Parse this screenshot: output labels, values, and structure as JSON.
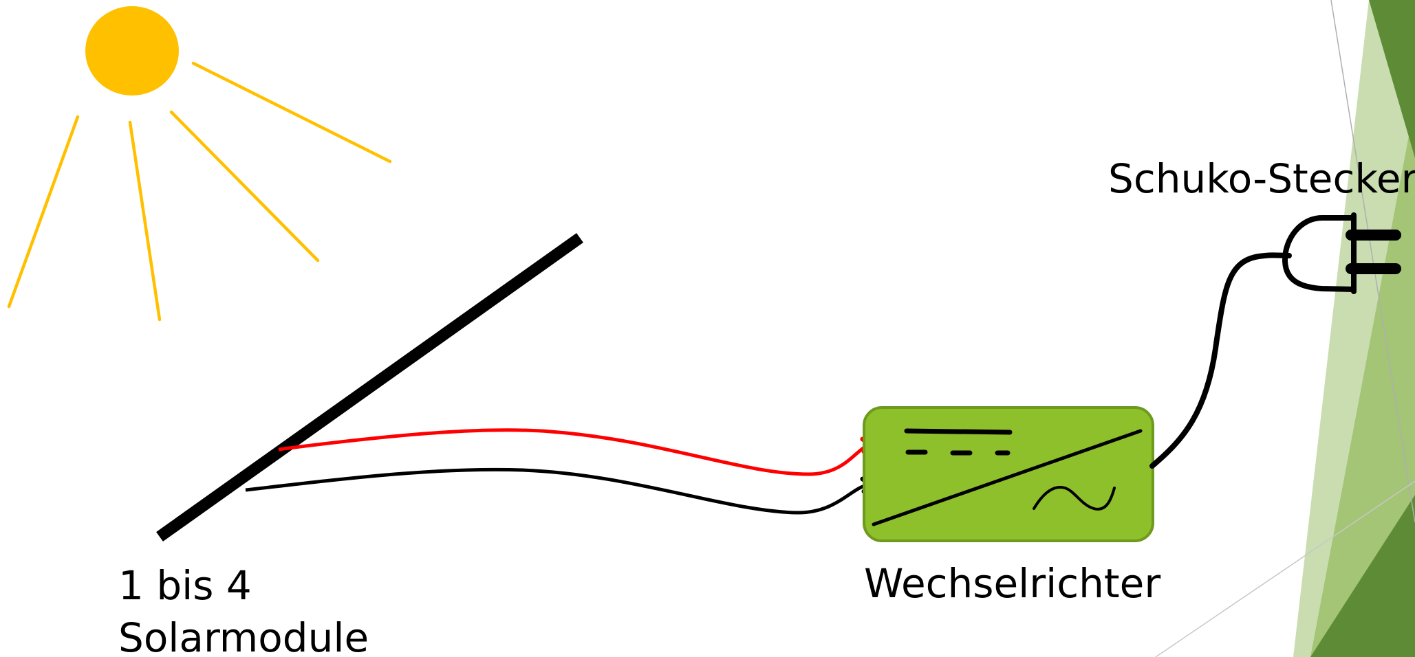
{
  "labels": {
    "solar_modules_line1": "1 bis 4",
    "solar_modules_line2": "Solarmodule",
    "inverter": "Wechselrichter",
    "plug": "Schuko-Stecker"
  },
  "colors": {
    "sun": "#FFC000",
    "inverter_fill": "#8DC02A",
    "inverter_border": "#6E9A1E",
    "positive_cable": "#FF0000",
    "negative_cable": "#000000",
    "accent_green_dark": "#5E8C36",
    "accent_green_mid": "#9CC16B",
    "accent_green_light": "#C9DDB0"
  },
  "icons": {
    "sun": "sun-icon",
    "solar_panel": "solar-panel-icon",
    "inverter": "inverter-icon",
    "plug": "schuko-plug-icon"
  }
}
